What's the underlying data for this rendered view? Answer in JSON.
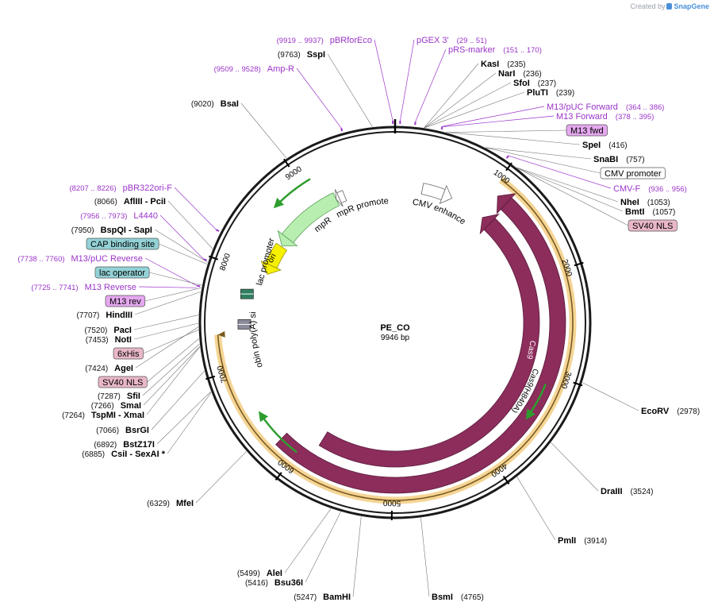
{
  "brand": {
    "created_by": "Created by",
    "name": "SnapGene"
  },
  "plasmid": {
    "name": "PE_CO",
    "length_label": "9946 bp",
    "length": 9946
  },
  "colors": {
    "primer": "#9b34c9",
    "enzyme": "#111111",
    "backbone": "#1a1a1a",
    "cas9": "#8c2d5c",
    "ampr": "#b8eeb0",
    "ori": "#f7f000",
    "yellow_glow": "#f2c772",
    "label_blue": "#93d2d6",
    "label_pink": "#e9b7c9",
    "label_violet": "#e5a8ef"
  },
  "ticks": [
    {
      "pos": 1000,
      "label": "1000"
    },
    {
      "pos": 2000,
      "label": "2000"
    },
    {
      "pos": 3000,
      "label": "3000"
    },
    {
      "pos": 4000,
      "label": "4000"
    },
    {
      "pos": 5000,
      "label": "5000"
    },
    {
      "pos": 6000,
      "label": "6000"
    },
    {
      "pos": 7000,
      "label": "7000"
    },
    {
      "pos": 8000,
      "label": "8000"
    },
    {
      "pos": 9000,
      "label": "9000"
    }
  ],
  "features": [
    {
      "name": "Cas9",
      "label": "Cas9",
      "start": 1100,
      "end": 5850,
      "dir": "rev",
      "track": "inner2",
      "color": "#8c2d5c"
    },
    {
      "name": "Cas9(H840A)",
      "label": "Cas9(H840A)",
      "start": 1080,
      "end": 6200,
      "dir": "rev",
      "track": "inner1",
      "color": "#8c2d5c"
    },
    {
      "name": "CMV enhancer",
      "label": "CMV enhancer",
      "start": 320,
      "end": 680,
      "dir": "fwd",
      "track": "inner2",
      "color": "#ffffff"
    },
    {
      "name": "AmpR",
      "label": "AmpR",
      "start": 8400,
      "end": 9240,
      "dir": "rev",
      "track": "inner2",
      "color": "#b8eeb0"
    },
    {
      "name": "AmpR promoter",
      "label": "AmpR promoter",
      "start": 9240,
      "end": 9345,
      "dir": "rev",
      "track": "inner2",
      "color": "#ffffff"
    },
    {
      "name": "ori",
      "label": "ori",
      "start": 8030,
      "end": 8390,
      "dir": "rev",
      "track": "inner2",
      "color": "#f7f000"
    },
    {
      "name": "lac promoter",
      "label": "lac promoter",
      "start": 7720,
      "end": 7790,
      "dir": "rev",
      "track": "inner2",
      "color": "#2f8060"
    },
    {
      "name": "beta-globin poly(A) signal",
      "label": "β-globin poly(A) signal",
      "start": 7400,
      "end": 7460,
      "dir": "rev",
      "track": "inner2",
      "color": "#8a8a99"
    }
  ],
  "enzymes": [
    {
      "pos_text": "(235)",
      "name": "KasI",
      "pos": 235
    },
    {
      "pos_text": "(236)",
      "name": "NarI",
      "pos": 236
    },
    {
      "pos_text": "(237)",
      "name": "SfoI",
      "pos": 237
    },
    {
      "pos_text": "(239)",
      "name": "PluTI",
      "pos": 239
    },
    {
      "pos_text": "(416)",
      "name": "SpeI",
      "pos": 416
    },
    {
      "pos_text": "(757)",
      "name": "SnaBI",
      "pos": 757
    },
    {
      "pos_text": "(1053)",
      "name": "NheI",
      "pos": 1053
    },
    {
      "pos_text": "(1057)",
      "name": "BmtI",
      "pos": 1057
    },
    {
      "pos_text": "(2978)",
      "name": "EcoRV",
      "pos": 2978
    },
    {
      "pos_text": "(3524)",
      "name": "DraIII",
      "pos": 3524
    },
    {
      "pos_text": "(3914)",
      "name": "PmlI",
      "pos": 3914
    },
    {
      "pos_text": "(4765)",
      "name": "BsmI",
      "pos": 4765
    },
    {
      "pos_text": "(5247)",
      "name": "BamHI",
      "pos": 5247
    },
    {
      "pos_text": "(5416)",
      "name": "Bsu36I",
      "pos": 5416
    },
    {
      "pos_text": "(5499)",
      "name": "AleI",
      "pos": 5499
    },
    {
      "pos_text": "(6329)",
      "name": "MfeI",
      "pos": 6329
    },
    {
      "pos_text": "(6885)",
      "name": "CsiI  -  SexAI *",
      "pos": 6885
    },
    {
      "pos_text": "(6892)",
      "name": "BstZ17I",
      "pos": 6892
    },
    {
      "pos_text": "(7066)",
      "name": "BsrGI",
      "pos": 7066
    },
    {
      "pos_text": "(7264)",
      "name": "TspMI  -  XmaI",
      "pos": 7264
    },
    {
      "pos_text": "(7266)",
      "name": "SmaI",
      "pos": 7266
    },
    {
      "pos_text": "(7287)",
      "name": "SfiI",
      "pos": 7287
    },
    {
      "pos_text": "(7424)",
      "name": "AgeI",
      "pos": 7424
    },
    {
      "pos_text": "(7453)",
      "name": "NotI",
      "pos": 7453
    },
    {
      "pos_text": "(7520)",
      "name": "PacI",
      "pos": 7520
    },
    {
      "pos_text": "(7707)",
      "name": "HindIII",
      "pos": 7707
    },
    {
      "pos_text": "(7950)",
      "name": "BspQI  -  SapI",
      "pos": 7950
    },
    {
      "pos_text": "(8066)",
      "name": "AflIII  -  PciI",
      "pos": 8066
    },
    {
      "pos_text": "(9020)",
      "name": "BsaI",
      "pos": 9020
    },
    {
      "pos_text": "(9763)",
      "name": "SspI",
      "pos": 9763
    }
  ],
  "primers": [
    {
      "range": "(9919 .. 9937)",
      "name": "pBRforEco",
      "pos": 9928
    },
    {
      "range": "(29 .. 51)",
      "name": "pGEX 3'",
      "pos": 40
    },
    {
      "range": "(151 .. 170)",
      "name": "pRS-marker",
      "pos": 160
    },
    {
      "range": "(9509 .. 9528)",
      "name": "Amp-R",
      "pos": 9518
    },
    {
      "range": "(364 .. 386)",
      "name": "M13/pUC Forward",
      "pos": 375
    },
    {
      "range": "(378 .. 395)",
      "name": "M13 Forward",
      "pos": 386
    },
    {
      "range": "(936 .. 956)",
      "name": "CMV-F",
      "pos": 946
    },
    {
      "range": "(8207 .. 8226)",
      "name": "pBR322ori-F",
      "pos": 8216
    },
    {
      "range": "(7956 .. 7973)",
      "name": "L4440",
      "pos": 7964
    },
    {
      "range": "(7738 .. 7760)",
      "name": "M13/pUC Reverse",
      "pos": 7749
    },
    {
      "range": "(7725 .. 7741)",
      "name": "M13 Reverse",
      "pos": 7733
    }
  ],
  "boxed_labels": [
    {
      "name": "M13 fwd",
      "kind": "violet"
    },
    {
      "name": "CMV promoter",
      "kind": "white"
    },
    {
      "name": "SV40 NLS",
      "kind": "pink"
    },
    {
      "name": "CAP binding site",
      "kind": "blue"
    },
    {
      "name": "lac operator",
      "kind": "blue"
    },
    {
      "name": "M13 rev",
      "kind": "violet"
    },
    {
      "name": "6xHis",
      "kind": "pink"
    },
    {
      "name": "SV40 NLS",
      "kind": "pink"
    }
  ]
}
